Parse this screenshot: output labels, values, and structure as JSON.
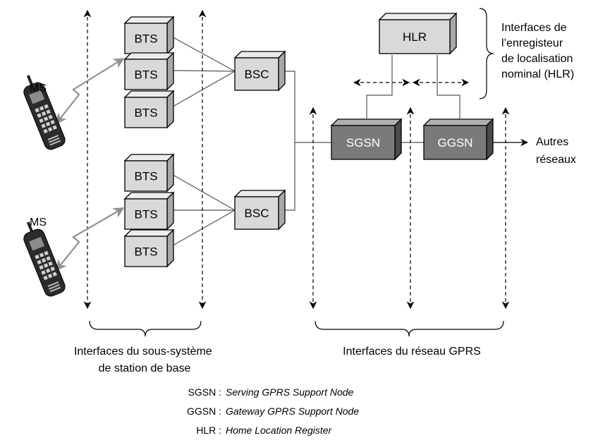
{
  "nodes": {
    "bts": "BTS",
    "bsc": "BSC",
    "hlr": "HLR",
    "sgsn": "SGSN",
    "ggsn": "GGSN",
    "ms": "MS"
  },
  "labels": {
    "hlr_interfaces": [
      "Interfaces de",
      "l’enregisteur",
      "de localisation",
      "nominal (HLR)"
    ],
    "other_networks": [
      "Autres",
      "réseaux"
    ],
    "bss_interfaces": [
      "Interfaces du sous-système",
      "de station de base"
    ],
    "gprs_interfaces": "Interfaces du réseau GPRS"
  },
  "legend": [
    {
      "key": "SGSN :",
      "value": "Serving GPRS Support Node"
    },
    {
      "key": "GGSN :",
      "value": "Gateway GPRS Support Node"
    },
    {
      "key": "HLR :",
      "value": "Home Location Register"
    }
  ],
  "colors": {
    "light_box": "#d9d9d9",
    "light_box_top": "#ececec",
    "light_box_side": "#a8a8a8",
    "dark_box": "#7a7a7a",
    "dark_box_top": "#b0b0b0",
    "dark_box_side": "#4a4a4a",
    "radio_link": "#909090"
  }
}
